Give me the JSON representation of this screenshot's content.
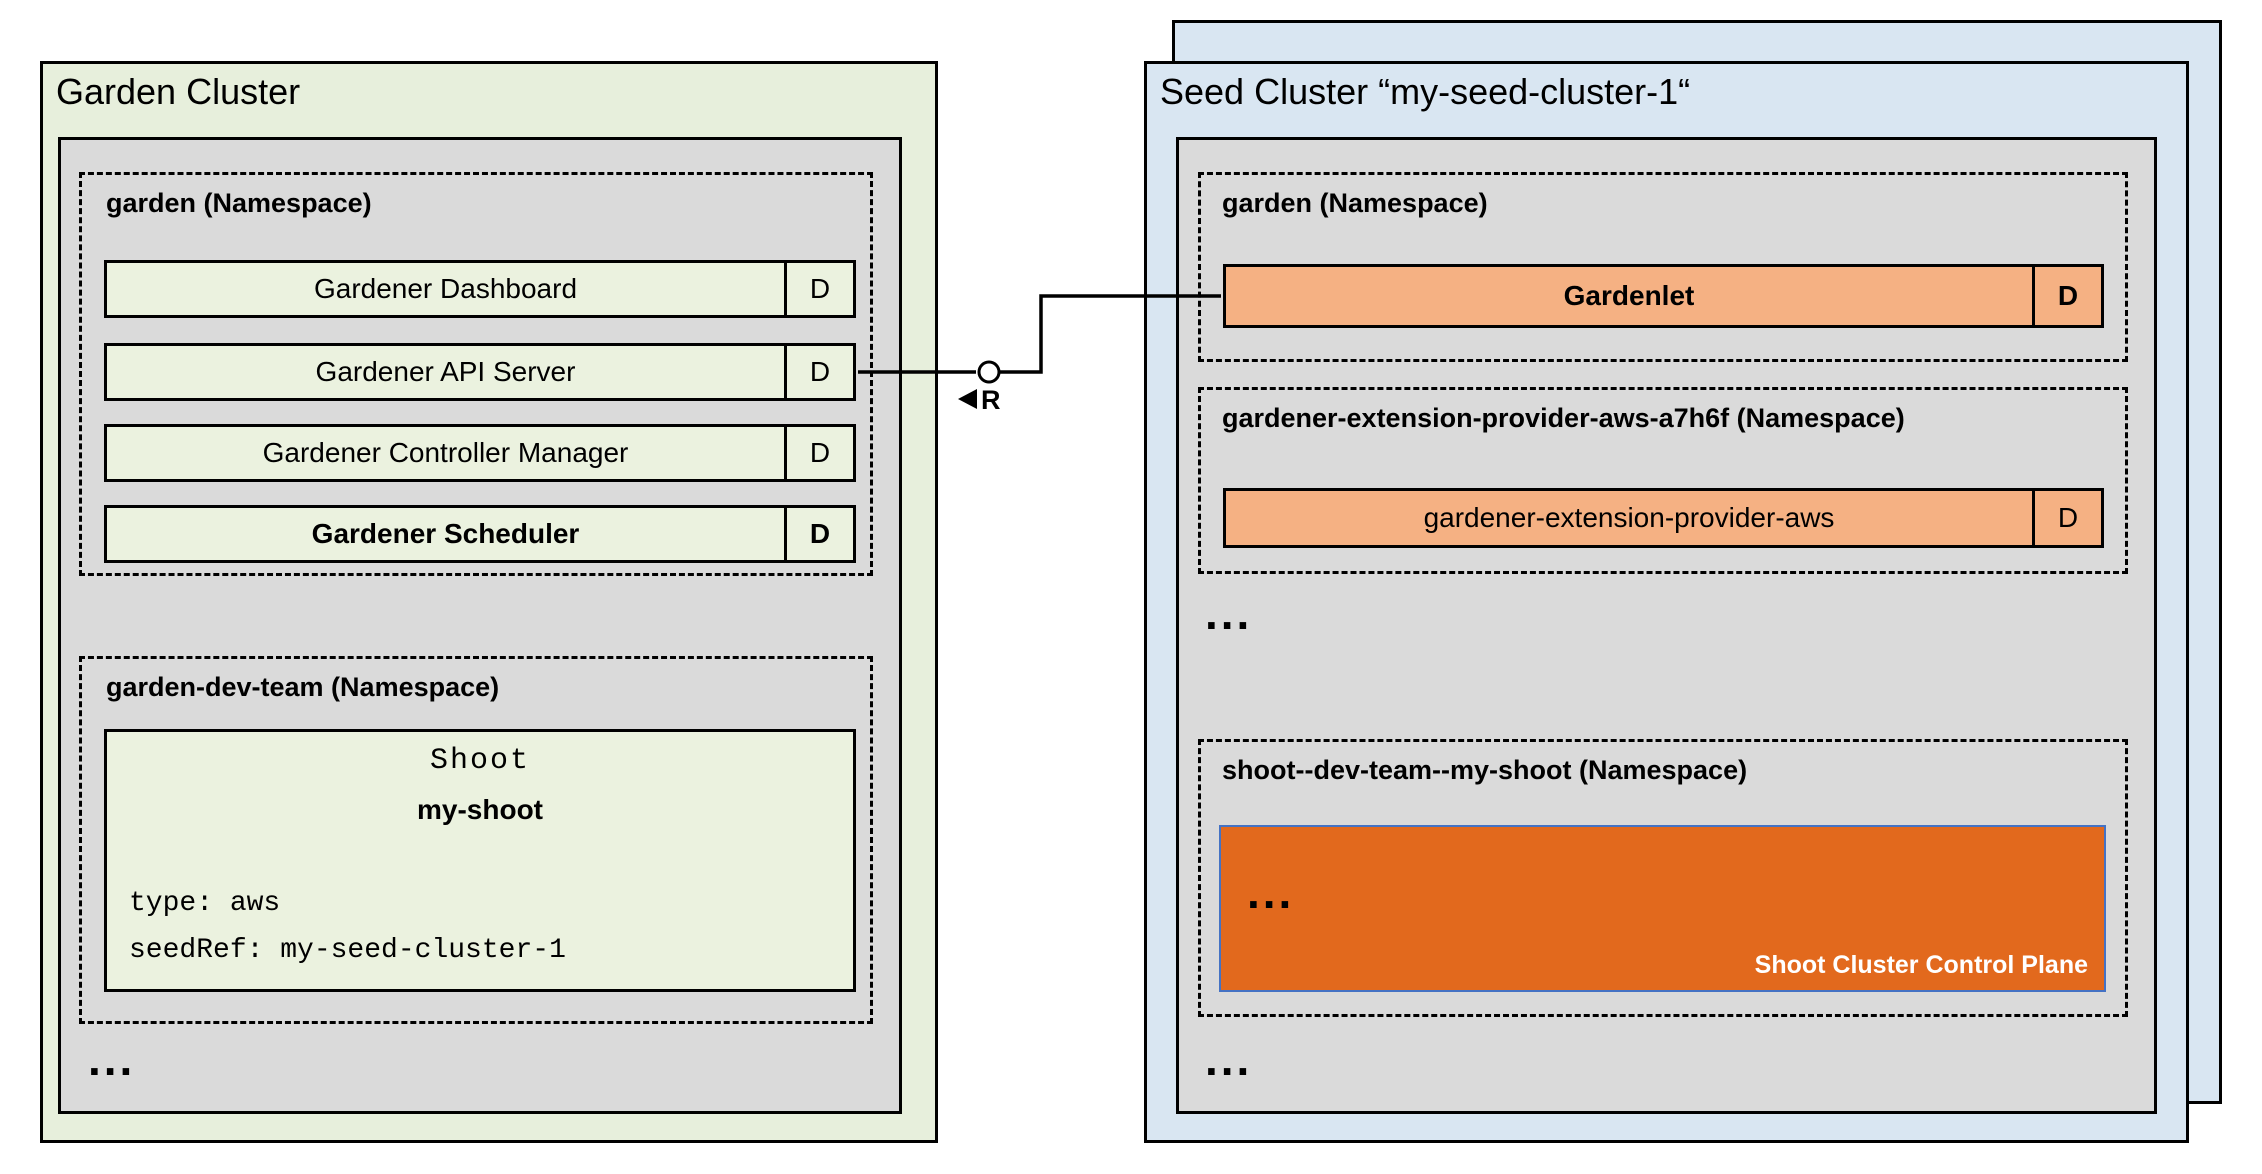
{
  "garden_cluster": {
    "title": "Garden Cluster",
    "garden_ns": {
      "label": "garden (Namespace)",
      "rows": [
        {
          "label": "Gardener Dashboard",
          "badge": "D"
        },
        {
          "label": "Gardener API Server",
          "badge": "D"
        },
        {
          "label": "Gardener Controller Manager",
          "badge": "D"
        },
        {
          "label": "Gardener Scheduler",
          "badge": "D"
        }
      ]
    },
    "dev_ns": {
      "label": "garden-dev-team (Namespace)",
      "shoot": {
        "kind": "Shoot",
        "name": "my-shoot",
        "line1": "type: aws",
        "line2": "seedRef: my-seed-cluster-1"
      }
    },
    "ellipsis": "..."
  },
  "seed_cluster": {
    "title": "Seed Cluster “my-seed-cluster-1“",
    "garden_ns": {
      "label": "garden (Namespace)",
      "row": {
        "label": "Gardenlet",
        "badge": "D"
      }
    },
    "ext_ns": {
      "label": "gardener-extension-provider-aws-a7h6f (Namespace)",
      "row": {
        "label": "gardener-extension-provider-aws",
        "badge": "D"
      }
    },
    "ellipsis_mid": "...",
    "shoot_ns": {
      "label": "shoot--dev-team--my-shoot (Namespace)",
      "control_plane": {
        "ellipsis": "...",
        "label": "Shoot Cluster Control Plane"
      }
    },
    "ellipsis_bottom": "..."
  },
  "connector": {
    "label": "R"
  },
  "colors": {
    "garden_cluster_bg": "#e7efdc",
    "green_row_bg": "#ebf2df",
    "panel_gray": "#dadada",
    "seed_cluster_bg": "#d9e6f2",
    "orange_row_bg": "#f5b183",
    "control_plane_bg": "#e2691d",
    "control_plane_border": "#4472c4",
    "border_black": "#000000"
  }
}
